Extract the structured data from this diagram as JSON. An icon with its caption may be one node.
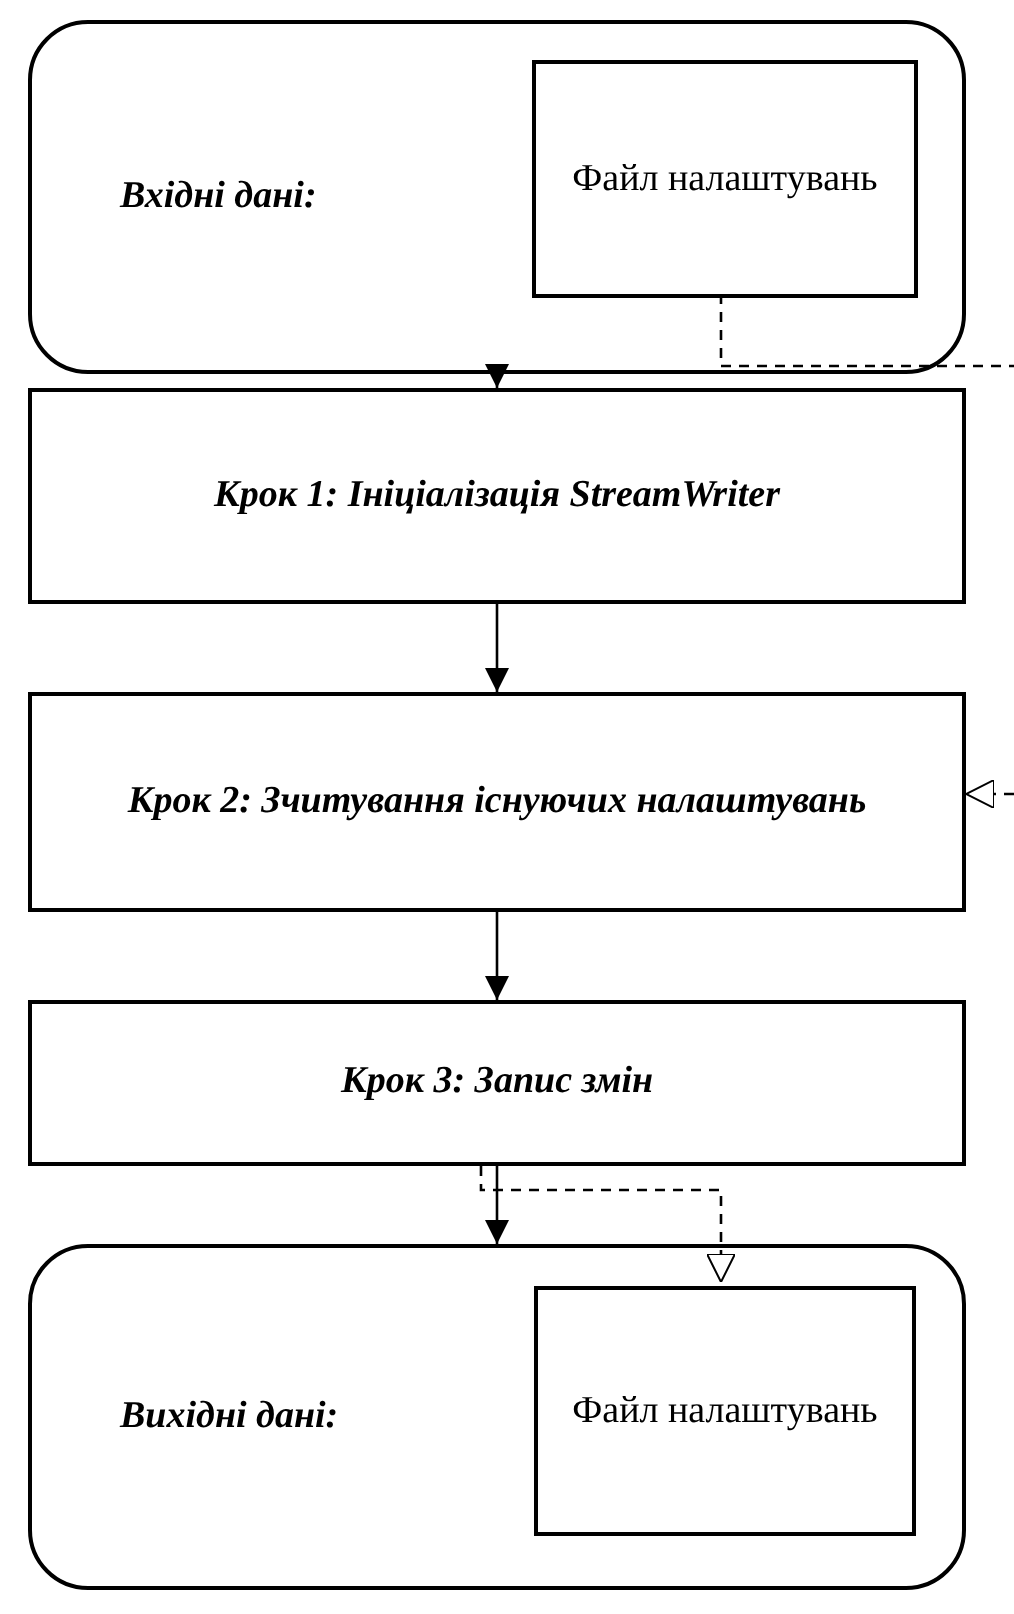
{
  "diagram": {
    "nodes": [
      {
        "text": [
          "Вхідні дані:"
        ]
      },
      {
        "text": [
          "Файл налаштувань"
        ],
        "in": 0
      },
      {
        "text": [
          "Крок 1: Ініціалізація StreamWriter"
        ]
      },
      {
        "text": [
          "Крок 2: Зчитування існуючих налаштувань"
        ]
      },
      {
        "text": [
          "Крок 3: Запис змін"
        ]
      },
      {
        "text": [
          "Вихідні дані:"
        ]
      },
      {
        "text": [
          "Файл налаштувань"
        ],
        "in": 5
      }
    ],
    "edges": [
      {
        "from": 0,
        "to": 2,
        "arrow": "to"
      },
      {
        "from": 2,
        "to": 3,
        "arrow": "to"
      },
      {
        "from": 3,
        "to": 4,
        "arrow": "to"
      },
      {
        "from": 4,
        "to": 5,
        "arrow": "to"
      },
      {
        "from": 1,
        "to": null,
        "arrow": "none",
        "style": "dashed"
      },
      {
        "from": null,
        "to": 3,
        "arrow": "to",
        "style": "dashed"
      },
      {
        "from": 4,
        "to": 6,
        "arrow": "to",
        "style": "dashed"
      }
    ]
  }
}
